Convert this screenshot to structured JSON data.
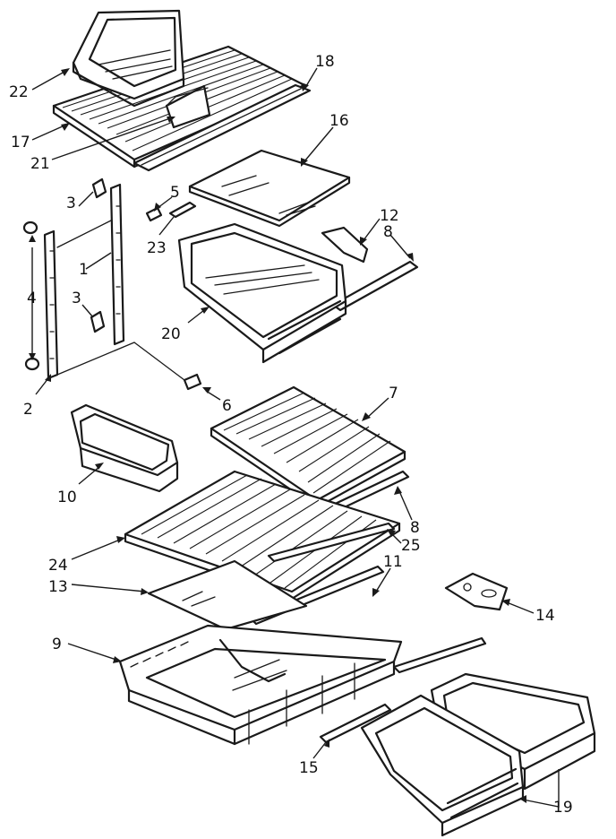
{
  "parts": [
    {
      "id": "22",
      "label": "22"
    },
    {
      "id": "18",
      "label": "18"
    },
    {
      "id": "17",
      "label": "17"
    },
    {
      "id": "21",
      "label": "21"
    },
    {
      "id": "16",
      "label": "16"
    },
    {
      "id": "5",
      "label": "5"
    },
    {
      "id": "3a",
      "label": "3"
    },
    {
      "id": "23",
      "label": "23"
    },
    {
      "id": "12",
      "label": "12"
    },
    {
      "id": "8a",
      "label": "8"
    },
    {
      "id": "1",
      "label": "1"
    },
    {
      "id": "4",
      "label": "4"
    },
    {
      "id": "3b",
      "label": "3"
    },
    {
      "id": "20",
      "label": "20"
    },
    {
      "id": "2",
      "label": "2"
    },
    {
      "id": "6",
      "label": "6"
    },
    {
      "id": "7",
      "label": "7"
    },
    {
      "id": "10",
      "label": "10"
    },
    {
      "id": "8b",
      "label": "8"
    },
    {
      "id": "25",
      "label": "25"
    },
    {
      "id": "24",
      "label": "24"
    },
    {
      "id": "11",
      "label": "11"
    },
    {
      "id": "13",
      "label": "13"
    },
    {
      "id": "14",
      "label": "14"
    },
    {
      "id": "9",
      "label": "9"
    },
    {
      "id": "15",
      "label": "15"
    },
    {
      "id": "19",
      "label": "19"
    }
  ]
}
